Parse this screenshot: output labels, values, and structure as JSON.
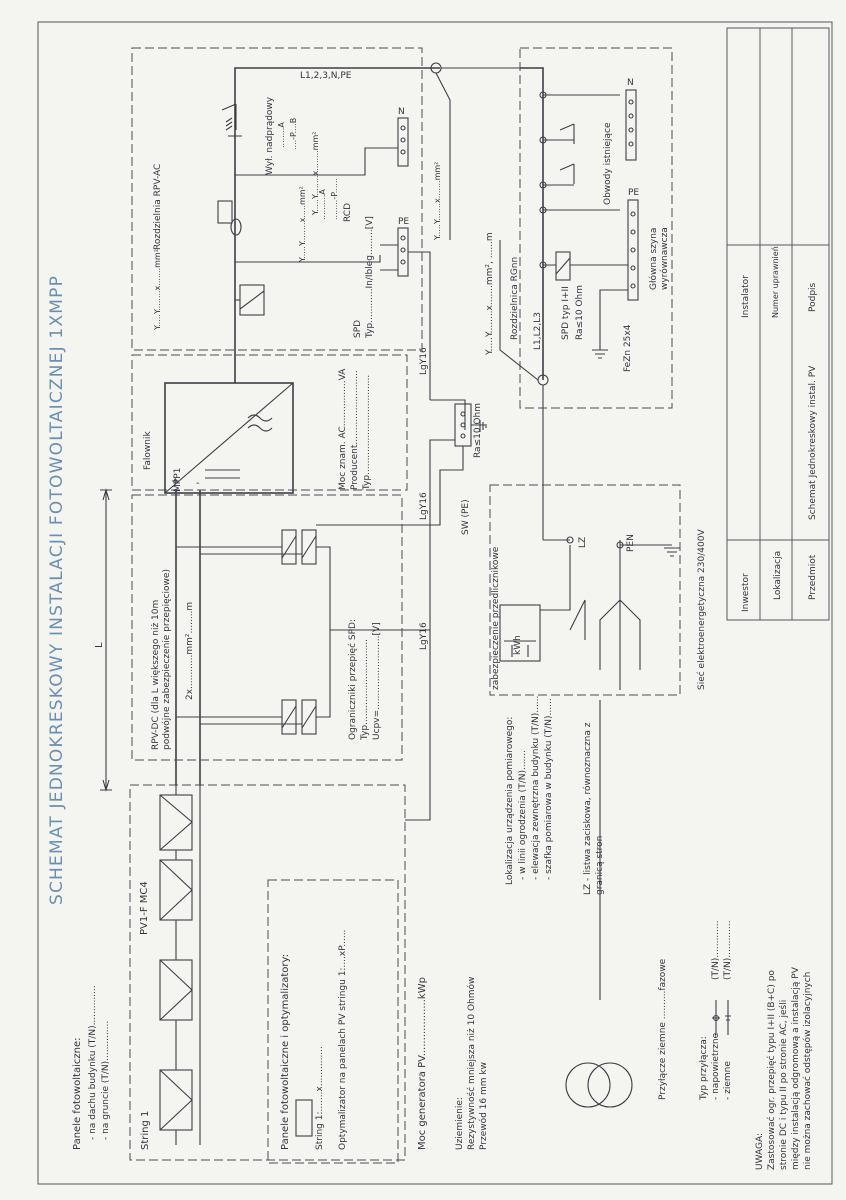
{
  "title": "SCHEMAT JEDNOKRESKOWY INSTALACJI FOTOWOLTAICZNEJ 1XMPP",
  "pv_panels": {
    "heading": "Panele fotowoltaiczne:",
    "roof": "- na dachu budynku (T/N)..............",
    "ground": "- na gruncie (T/N)..............",
    "string": "String 1",
    "cable": "PV1-F MC4"
  },
  "optimizers": {
    "heading": "Panele fotowoltaiczne i optymalizatory:",
    "string": "String 1:.......x..............",
    "line": "Optymalizator na panelach PV stringu 1:....xP......"
  },
  "generator_power": "Moc generatora PV..................kWp",
  "dc": {
    "rpv_line1": "RPV-DC (dla L większego niż 10m",
    "rpv_line2": "podwójne zabezpieczenie przepięciowe)",
    "length_label": "L",
    "cable": "2x............mm²........m",
    "spd_heading": "Ograniczniki przepięć SPD:",
    "spd_typ": "Typ..............................",
    "spd_ucpv": "Ucpv=..........................[V]"
  },
  "inverter": {
    "label": "Falownik",
    "mpp": "MPP1",
    "plus": "+",
    "minus": "-",
    "power": "Moc znam. AC................VA",
    "producer": "Producent..........................",
    "type": "Typ..................................."
  },
  "ac_cabinet": {
    "label": "Rozdzielnia RPV-AC",
    "feed": "L1,2,3,N,PE",
    "feed_cable": "Y.....Y........x.......mm²",
    "breaker": "Wył. nadprądowy",
    "breaker_rating": "........A",
    "breaker_curve": "....-P....B",
    "rcd": "RCD",
    "rcd_rating": "..........A",
    "rcd_type": "........-P......",
    "spd": "SPD",
    "spd_typ": "Typ............In/Ibleg.........[V]",
    "cable_n": "Y.....Y........x........mm²",
    "cable_pe": "Y.....Y........x.....mm²",
    "cable_out": "Y.....Y.......x.......mm²",
    "n": "N",
    "pe": "PE"
  },
  "main_board": {
    "label": "Rozdzielnica RGnn",
    "feed_cable": "Y.....Y........x.......mm², ......m",
    "phases": "L1,L2,L3",
    "existing": "Obwody istniejące",
    "spd": "SPD typ I+II",
    "ra": "Ra≤10 Ohm",
    "earth": "FeZn 25x4",
    "busbar1": "Główna szyna",
    "busbar2": "wyrównawcza",
    "n": "N",
    "pe": "PE"
  },
  "sw": {
    "label": "SW (PE)",
    "ra": "Ra≤10 Ohm",
    "lgy_top": "LgY16",
    "lgy_mid": "LgY16",
    "lgy_bottom": "LgY16"
  },
  "grid": {
    "lz": "LZ",
    "pen": "PEN",
    "kwh": "kWh",
    "protection": "zabezpieczenie przedlicznikowe",
    "network": "Sieć elektroenergetyczna 230/400V"
  },
  "notes": {
    "earthing_heading": "Uziemienie:",
    "earthing_1": "Rezystywność mniejsza niż 10 Ohmów",
    "earthing_2": "Przewód 16 mm kw",
    "meter_heading": "Lokalizacja urządzenia pomiarowego:",
    "meter_1": "- w linii ogrodzenia (T/N).......",
    "meter_2": "- elewacja zewnętrzna budynku (T/N)......",
    "meter_3": "- szafka pomiarowa w budynku (T/N)......",
    "lz_1": "LZ - listwa zaciskowa, równoznaczna z",
    "lz_2": "granicą stron",
    "earth_conn": "Przyłącze ziemne ..........fazowe",
    "conn_heading": "Typ przyłącza:",
    "conn_overhead": "- napowietrzne",
    "conn_ground": "- ziemne",
    "conn_tn1": "(T/N).............",
    "conn_tn2": "(T/N).............",
    "warning_heading": "UWAGA:",
    "warning_1": "Zastosować ogr. przepięć typu I+II (B+C) po",
    "warning_2": "stronie DC i typu II po stronie AC, jeśli",
    "warning_3": "między instalacją odgromową a instalacją PV",
    "warning_4": "nie można zachować odstępów izolacyjnych"
  },
  "titleblock": {
    "investor": "Inwestor",
    "installer": "Instalator",
    "location": "Lokalizacja",
    "permit": "Numer uprawnień",
    "subject": "Przedmiot",
    "subject_value": "Schemat Jednokreskowy instal. PV",
    "signature": "Podpis"
  }
}
